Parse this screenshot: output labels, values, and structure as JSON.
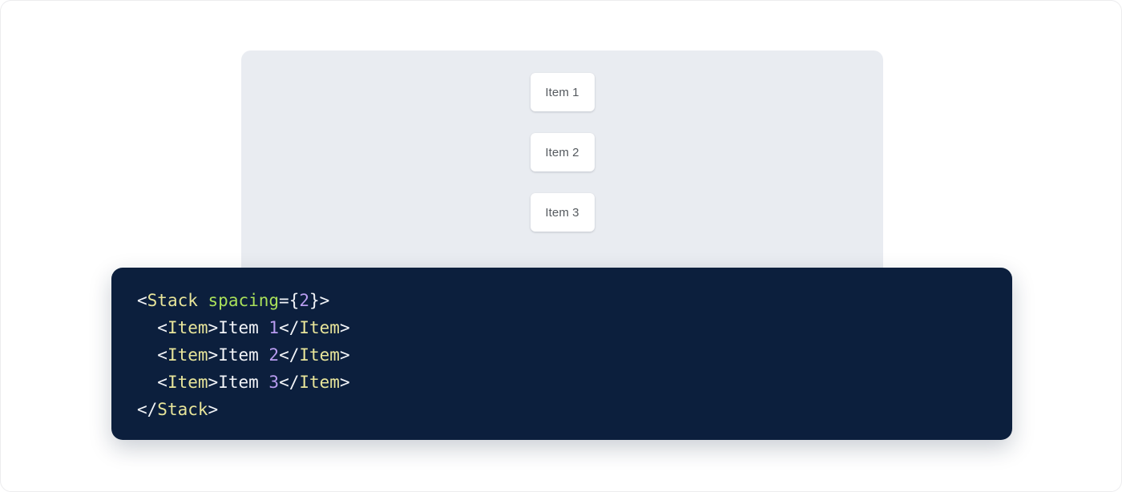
{
  "preview": {
    "panel_background": "#e9ecf1",
    "items": [
      {
        "label": "Item 1"
      },
      {
        "label": "Item 2"
      },
      {
        "label": "Item 3"
      }
    ]
  },
  "code": {
    "background": "#0c1f3d",
    "language": "jsx",
    "colors": {
      "punctuation": "#f2f4f8",
      "tag": "#e8e59a",
      "attribute": "#a9e05a",
      "number": "#b89cf0",
      "text": "#f2f4f8"
    },
    "lines": [
      {
        "indent": "",
        "tokens": [
          {
            "t": "punc",
            "v": "<"
          },
          {
            "t": "tag",
            "v": "Stack"
          },
          {
            "t": "text",
            "v": " "
          },
          {
            "t": "attr",
            "v": "spacing"
          },
          {
            "t": "punc",
            "v": "={"
          },
          {
            "t": "num",
            "v": "2"
          },
          {
            "t": "punc",
            "v": "}>"
          }
        ]
      },
      {
        "indent": "  ",
        "tokens": [
          {
            "t": "punc",
            "v": "<"
          },
          {
            "t": "tag",
            "v": "Item"
          },
          {
            "t": "punc",
            "v": ">"
          },
          {
            "t": "text",
            "v": "Item "
          },
          {
            "t": "num",
            "v": "1"
          },
          {
            "t": "punc",
            "v": "</"
          },
          {
            "t": "tag",
            "v": "Item"
          },
          {
            "t": "punc",
            "v": ">"
          }
        ]
      },
      {
        "indent": "  ",
        "tokens": [
          {
            "t": "punc",
            "v": "<"
          },
          {
            "t": "tag",
            "v": "Item"
          },
          {
            "t": "punc",
            "v": ">"
          },
          {
            "t": "text",
            "v": "Item "
          },
          {
            "t": "num",
            "v": "2"
          },
          {
            "t": "punc",
            "v": "</"
          },
          {
            "t": "tag",
            "v": "Item"
          },
          {
            "t": "punc",
            "v": ">"
          }
        ]
      },
      {
        "indent": "  ",
        "tokens": [
          {
            "t": "punc",
            "v": "<"
          },
          {
            "t": "tag",
            "v": "Item"
          },
          {
            "t": "punc",
            "v": ">"
          },
          {
            "t": "text",
            "v": "Item "
          },
          {
            "t": "num",
            "v": "3"
          },
          {
            "t": "punc",
            "v": "</"
          },
          {
            "t": "tag",
            "v": "Item"
          },
          {
            "t": "punc",
            "v": ">"
          }
        ]
      },
      {
        "indent": "",
        "tokens": [
          {
            "t": "punc",
            "v": "</"
          },
          {
            "t": "tag",
            "v": "Stack"
          },
          {
            "t": "punc",
            "v": ">"
          }
        ]
      }
    ]
  }
}
